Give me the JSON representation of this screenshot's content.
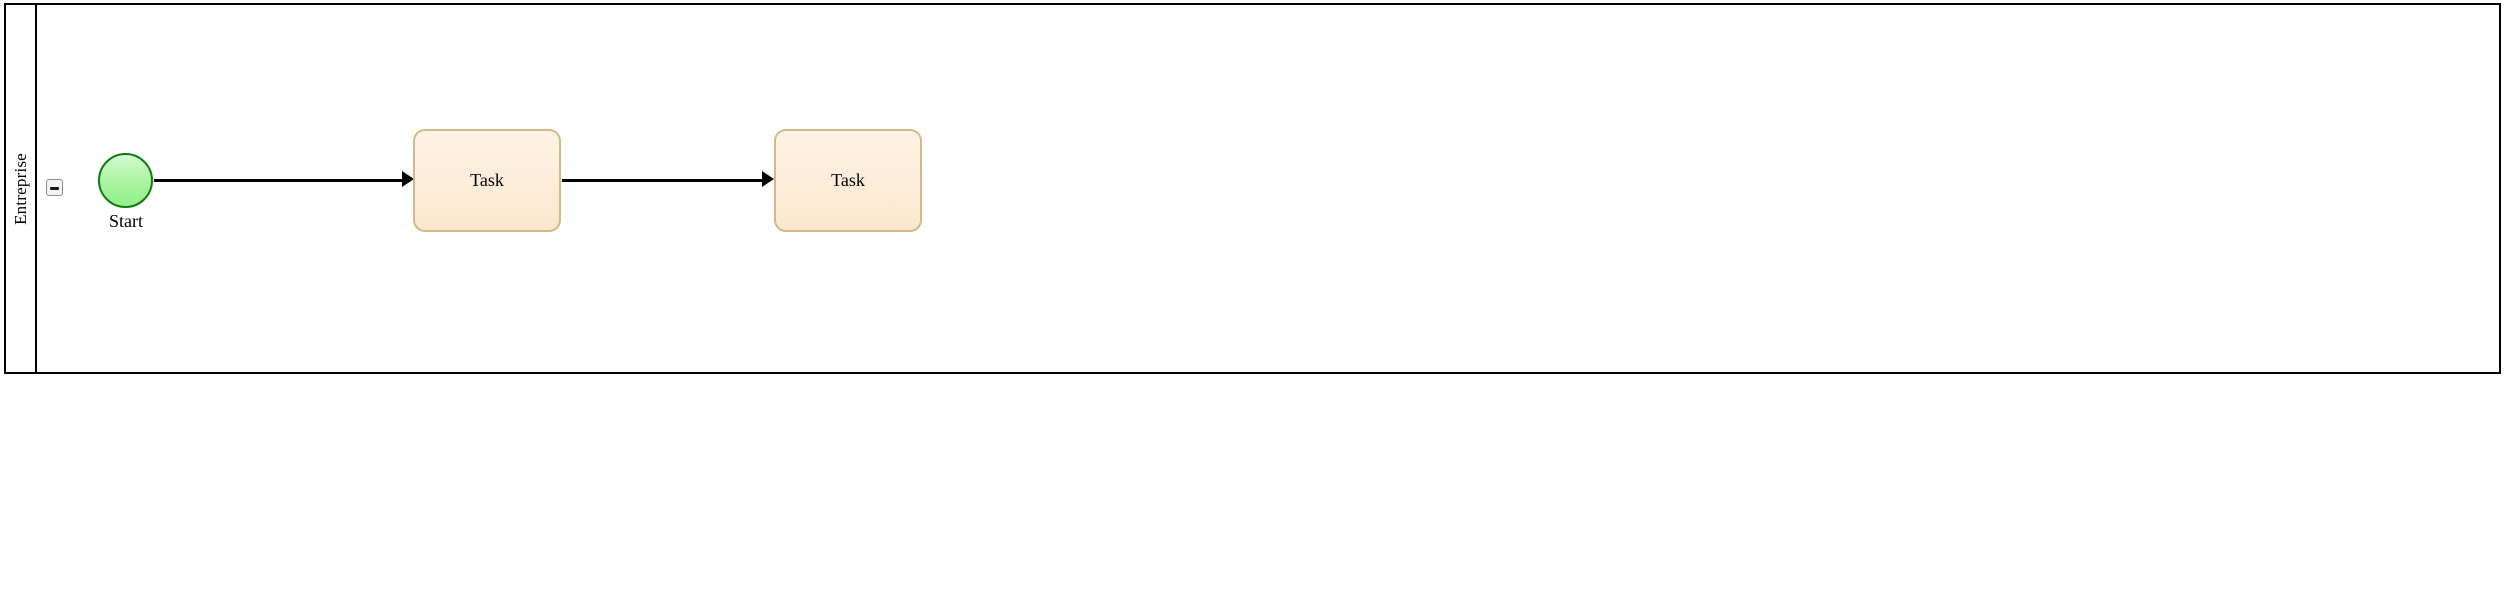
{
  "diagram": {
    "type": "bpmn-process",
    "pool": {
      "name": "Entreprise",
      "collapse_button": {
        "icon": "minus-icon",
        "state": "expanded",
        "label": "−"
      }
    },
    "nodes": [
      {
        "id": "start-event",
        "type": "start-event",
        "label": "Start",
        "shape": "circle",
        "fill": "#a8f3a0",
        "stroke": "#117a11"
      },
      {
        "id": "task-1",
        "type": "task",
        "label": "Task",
        "shape": "rounded-rectangle",
        "fill": "#fcecd8",
        "stroke": "#d5b887"
      },
      {
        "id": "task-2",
        "type": "task",
        "label": "Task",
        "shape": "rounded-rectangle",
        "fill": "#fcecd8",
        "stroke": "#d5b887"
      }
    ],
    "flows": [
      {
        "id": "flow-1",
        "from": "start-event",
        "to": "task-1",
        "style": "solid-arrow",
        "color": "#000000"
      },
      {
        "id": "flow-2",
        "from": "task-1",
        "to": "task-2",
        "style": "solid-arrow",
        "color": "#000000"
      }
    ],
    "colors": {
      "pool_border": "#000000",
      "canvas_background": "#ffffff",
      "start_fill": "#a8f3a0",
      "start_stroke": "#117a11",
      "task_fill": "#fcecd8",
      "task_stroke": "#d5b887",
      "flow_color": "#000000"
    }
  }
}
